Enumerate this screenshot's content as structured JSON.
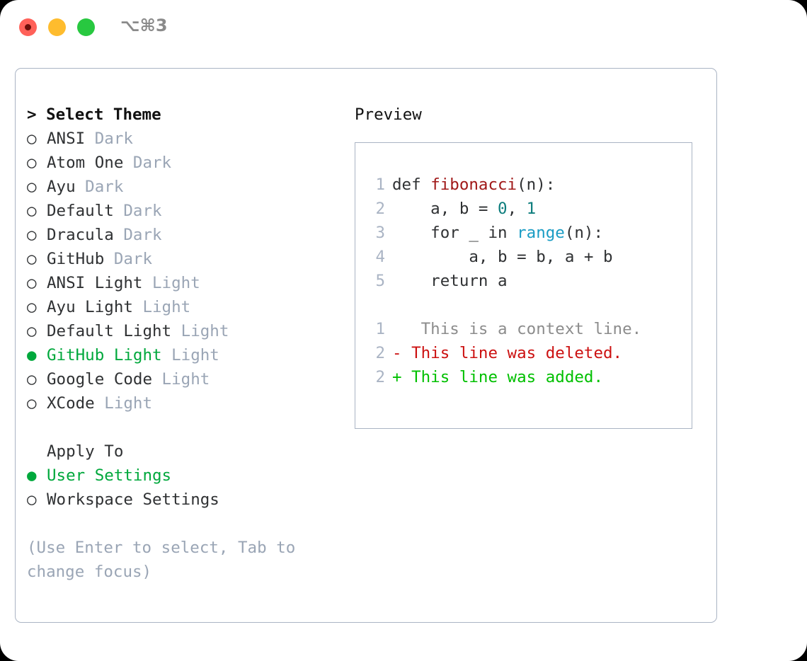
{
  "titlebar": {
    "shortcut": "⌥⌘3",
    "lights": [
      {
        "name": "close",
        "color": "#ff6159"
      },
      {
        "name": "minimize",
        "color": "#febc2e"
      },
      {
        "name": "maximize",
        "color": "#28c840"
      }
    ]
  },
  "theme_picker": {
    "header": "> Select Theme",
    "marker_selected": "●",
    "marker_unselected": "○",
    "items": [
      {
        "name": "ANSI",
        "tag": "Dark",
        "selected": false
      },
      {
        "name": "Atom One",
        "tag": "Dark",
        "selected": false
      },
      {
        "name": "Ayu",
        "tag": "Dark",
        "selected": false
      },
      {
        "name": "Default",
        "tag": "Dark",
        "selected": false
      },
      {
        "name": "Dracula",
        "tag": "Dark",
        "selected": false
      },
      {
        "name": "GitHub",
        "tag": "Dark",
        "selected": false
      },
      {
        "name": "ANSI Light",
        "tag": "Light",
        "selected": false
      },
      {
        "name": "Ayu Light",
        "tag": "Light",
        "selected": false
      },
      {
        "name": "Default Light",
        "tag": "Light",
        "selected": false
      },
      {
        "name": "GitHub Light",
        "tag": "Light",
        "selected": true
      },
      {
        "name": "Google Code",
        "tag": "Light",
        "selected": false
      },
      {
        "name": "XCode",
        "tag": "Light",
        "selected": false
      }
    ]
  },
  "apply_to": {
    "header": "Apply To",
    "options": [
      {
        "name": "User Settings",
        "selected": true
      },
      {
        "name": "Workspace Settings",
        "selected": false
      }
    ]
  },
  "hint": "(Use Enter to select, Tab to change focus)",
  "preview": {
    "title": "Preview",
    "code_lines": [
      {
        "number": "1",
        "tokens": [
          {
            "text": "def ",
            "kind": "plain"
          },
          {
            "text": "fibonacci",
            "kind": "func"
          },
          {
            "text": "(n):",
            "kind": "punct"
          }
        ]
      },
      {
        "number": "2",
        "tokens": [
          {
            "text": "    a, b = ",
            "kind": "plain"
          },
          {
            "text": "0",
            "kind": "num"
          },
          {
            "text": ", ",
            "kind": "plain"
          },
          {
            "text": "1",
            "kind": "num"
          }
        ]
      },
      {
        "number": "3",
        "tokens": [
          {
            "text": "    for _ in ",
            "kind": "plain"
          },
          {
            "text": "range",
            "kind": "builtin"
          },
          {
            "text": "(n):",
            "kind": "punct"
          }
        ]
      },
      {
        "number": "4",
        "tokens": [
          {
            "text": "        a, b = b, a + b",
            "kind": "plain"
          }
        ]
      },
      {
        "number": "5",
        "tokens": [
          {
            "text": "    return a",
            "kind": "plain"
          }
        ]
      }
    ],
    "diff_lines": [
      {
        "number": "1",
        "sign": " ",
        "text": "  This is a context line.",
        "kind": "context"
      },
      {
        "number": "2",
        "sign": "-",
        "text": " This line was deleted.",
        "kind": "deleted"
      },
      {
        "number": "2",
        "sign": "+",
        "text": " This line was added.",
        "kind": "added"
      }
    ]
  },
  "colors": {
    "selection_green": "#00a83c",
    "tag_gray": "#9aa5b5",
    "border": "#aab4c4",
    "func_red": "#a01818",
    "number_teal": "#0d7d7d",
    "builtin_blue": "#1a9cc4",
    "diff_deleted": "#cc1111",
    "diff_added": "#00c000",
    "diff_context": "#8c8c8c"
  }
}
